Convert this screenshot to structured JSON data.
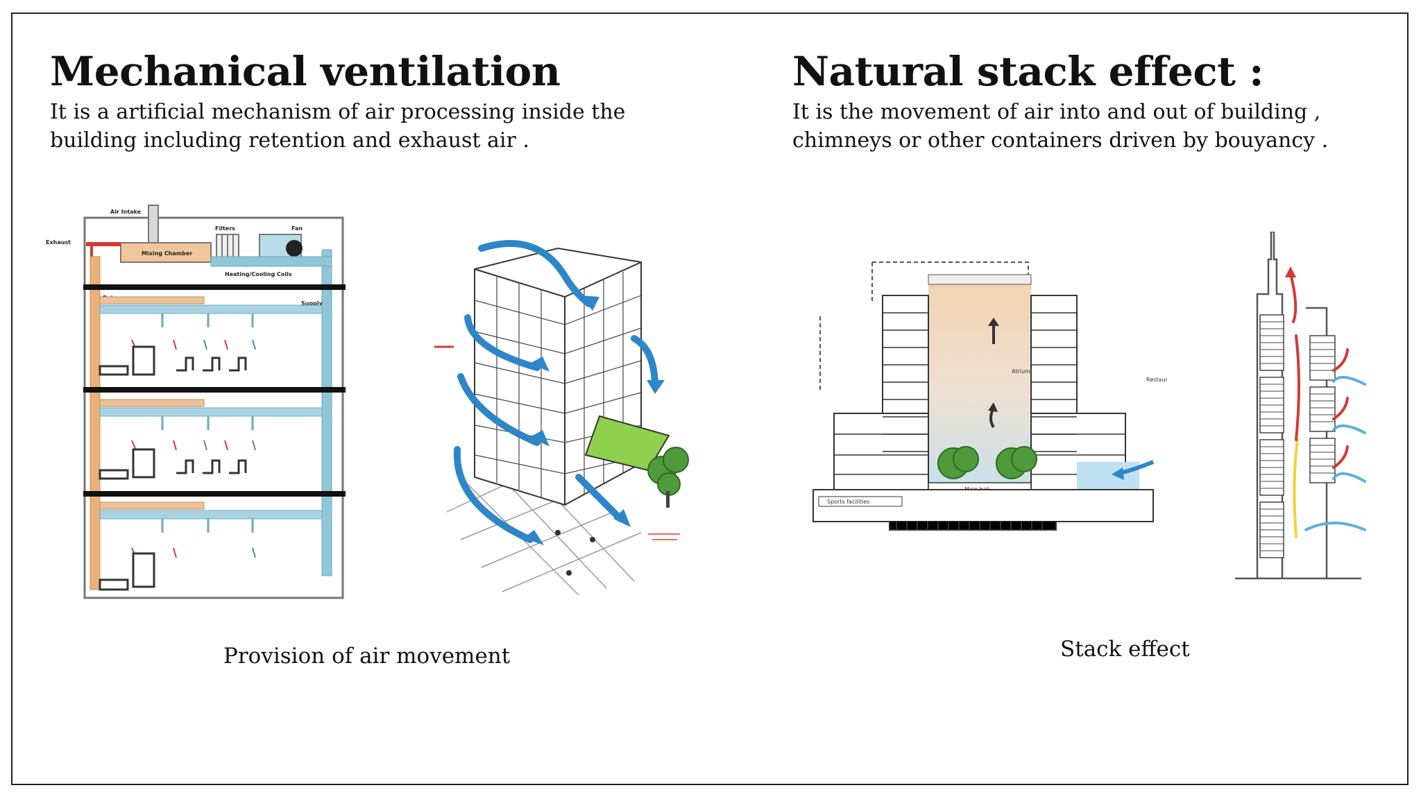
{
  "left": {
    "title": "Mechanical ventilation",
    "description_lines": [
      "It is a artificial mechanism of air processing inside the",
      "building including retention and exhaust air ."
    ],
    "caption": "Provision of air movement",
    "diagram_labels": {
      "air_intake": "Air Intake",
      "exhaust": "Exhaust",
      "filters": "Filters",
      "fan": "Fan",
      "mixing_chamber": "Mixing Chamber",
      "heating_cooling": "Heating/Cooling Coils",
      "return": "Return",
      "supply": "Supply"
    }
  },
  "right": {
    "title": "Natural stack effect :",
    "description_lines": [
      "It is the movement of air into and out of building ,",
      "chimneys or other containers driven by bouyancy ."
    ],
    "caption": "Stack effect",
    "diagram_labels": {
      "atrium": "Atrium",
      "restaurant": "Restaurant",
      "main_hall": "Main hall",
      "sports": "Sports facilities"
    }
  },
  "colors": {
    "duct_blue": "#8fc6d8",
    "duct_orange": "#e9b27a",
    "arrow_blue": "#2e86c8",
    "roof_green": "#8fd14f",
    "tree_green": "#4f9a3a",
    "atrium_top": "#f3d3b0",
    "atrium_bottom": "#bfe0f1",
    "exhaust_red": "#d23a35"
  }
}
